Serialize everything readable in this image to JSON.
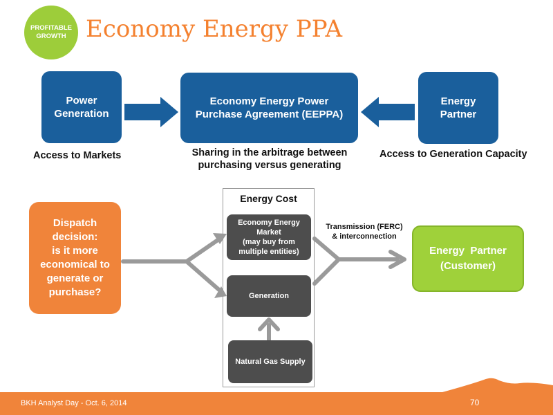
{
  "badge": {
    "line1": "PROFITABLE",
    "line2": "GROWTH"
  },
  "title": "Economy Energy PPA",
  "top_row": {
    "left_box": {
      "line1": "Power",
      "line2": "Generation"
    },
    "center_box": {
      "line1": "Economy Energy Power",
      "line2": "Purchase Agreement (EEPPA)"
    },
    "right_box": {
      "line1": "Energy",
      "line2": "Partner"
    },
    "left_caption": "Access to Markets",
    "center_caption": {
      "line1": "Sharing in the arbitrage between",
      "line2": "purchasing versus generating"
    },
    "right_caption": "Access to Generation Capacity"
  },
  "bottom_row": {
    "dispatch_box": [
      "Dispatch",
      "decision:",
      "is it more",
      "economical to",
      "generate or",
      "purchase?"
    ],
    "energy_cost_label": "Energy Cost",
    "market_box": [
      "Economy Energy",
      "Market",
      "(may buy from",
      "multiple entities)"
    ],
    "generation_box": "Generation",
    "gas_box": "Natural Gas Supply",
    "transmission_label": {
      "line1": "Transmission (FERC)",
      "line2": "& interconnection"
    },
    "partner_box": {
      "line1": "Energy  Partner",
      "line2": "(Customer)"
    }
  },
  "footer": {
    "left": "BKH Analyst Day - Oct. 6, 2014",
    "page": "70"
  },
  "colors": {
    "orange": "#f0843a",
    "blue": "#1a5f9c",
    "green": "#9fd13a",
    "dark_gray": "#4d4d4d",
    "arrow_gray": "#9a9a9a"
  }
}
